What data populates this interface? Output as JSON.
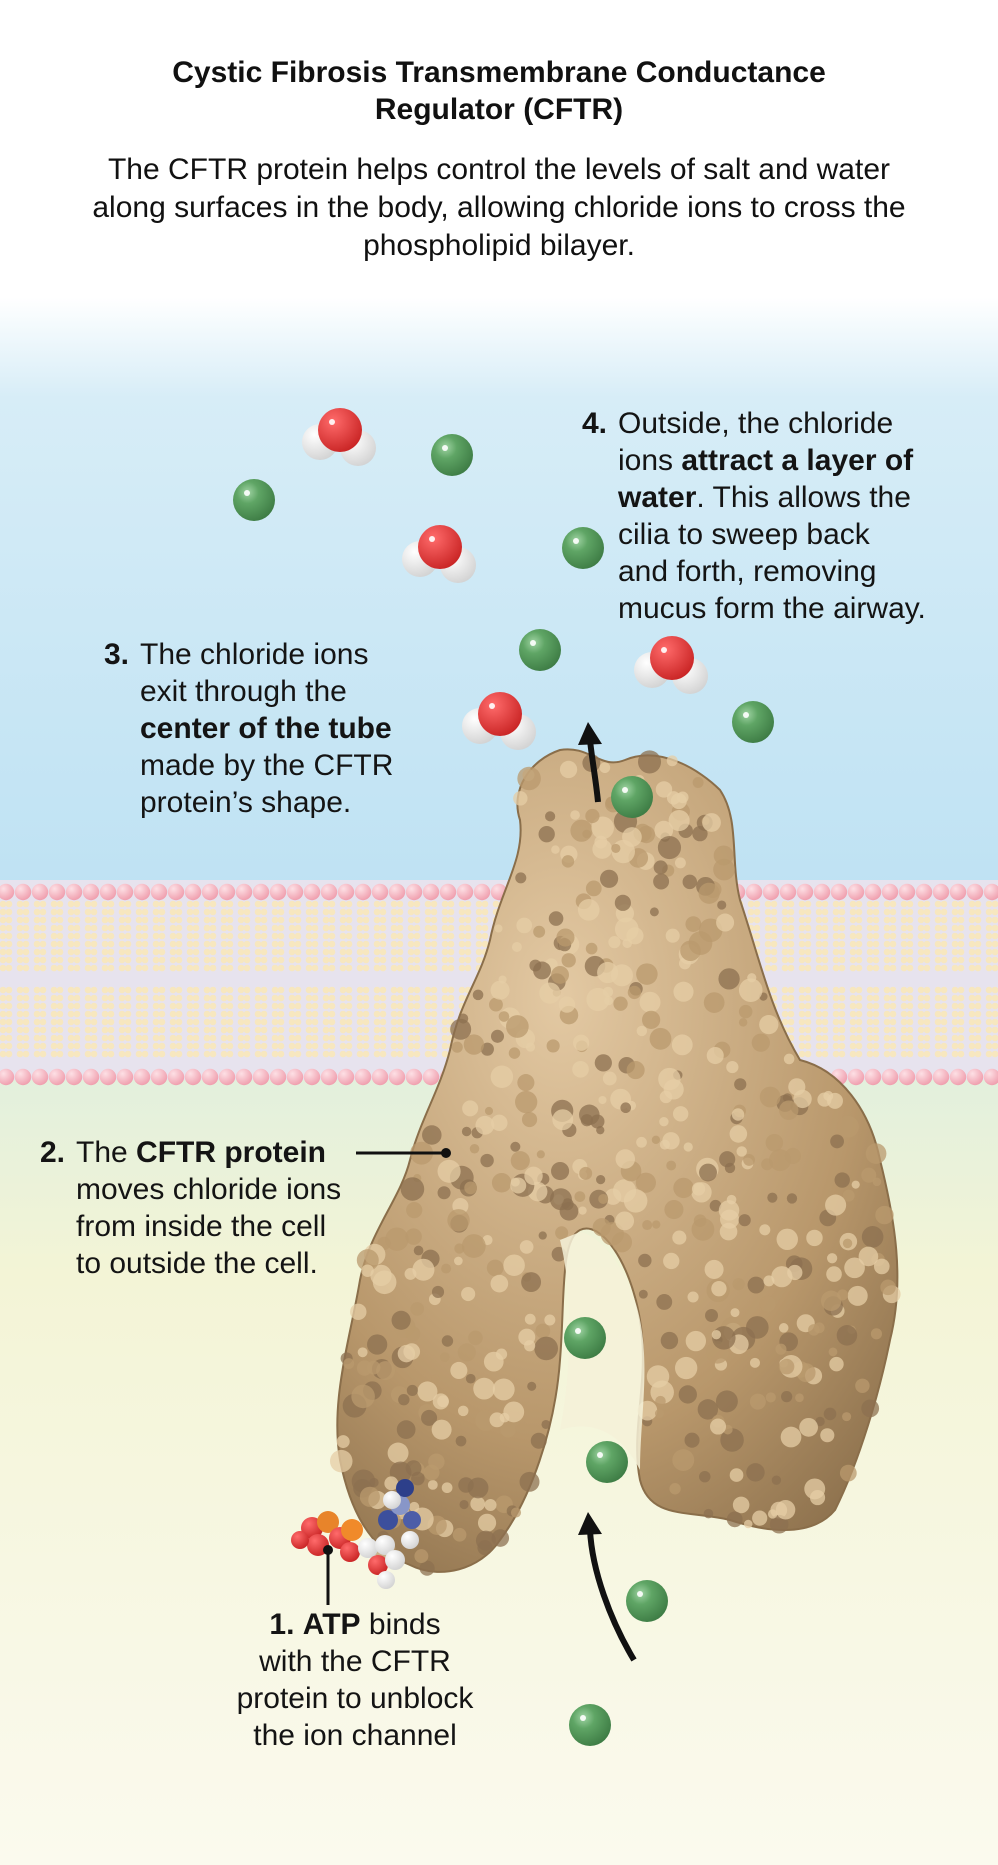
{
  "header": {
    "title_line1": "Cystic Fibrosis Transmembrane Conductance",
    "title_line2": "Regulator (CFTR)",
    "description": "The CFTR protein helps control the levels of salt and water along surfaces in the body, allowing chloride ions to cross the phospholipid bilayer."
  },
  "steps": [
    {
      "number": "1.",
      "bold": "ATP",
      "text_after_bold": " binds",
      "lines": [
        "with the CFTR",
        "protein to unblock",
        "the ion channel"
      ]
    },
    {
      "number": "2.",
      "text_before_bold": "The ",
      "bold": "CFTR protein",
      "lines": [
        "moves chloride ions",
        "from inside the cell",
        "to outside the cell."
      ]
    },
    {
      "number": "3.",
      "text_before_bold": "The chloride ions",
      "line2": "exit through the",
      "bold": "center of the tube",
      "lines": [
        "made by the CFTR",
        "protein’s shape."
      ]
    },
    {
      "number": "4.",
      "line1": "Outside, the chloride",
      "line2_pre": "ions ",
      "bold_a": "attract a layer of",
      "bold_b": "water",
      "line3_post": ". This allows the",
      "lines": [
        "cilia to sweep back",
        "and forth, removing",
        "mucus form the airway."
      ]
    }
  ],
  "colors": {
    "extracellular": "#bfe2f3",
    "intracellular": "#f8f6d8",
    "phospholipid_head": "#f3a9b6",
    "protein": "#c2a37a",
    "chloride_ion": "#5a9d63",
    "water_oxygen": "#e03030"
  }
}
